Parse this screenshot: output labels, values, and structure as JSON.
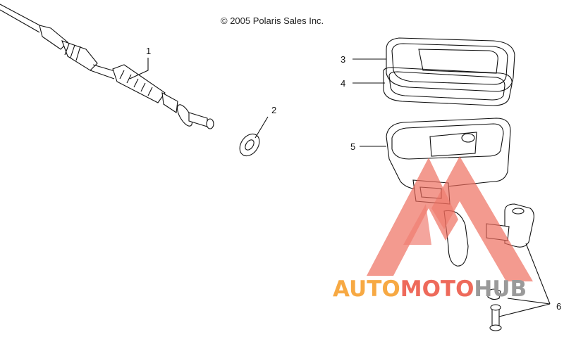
{
  "diagram": {
    "copyright": "© 2005 Polaris Sales Inc.",
    "callouts": [
      {
        "id": "1",
        "text": "1"
      },
      {
        "id": "2",
        "text": "2"
      },
      {
        "id": "3",
        "text": "3"
      },
      {
        "id": "4",
        "text": "4"
      },
      {
        "id": "5",
        "text": "5"
      },
      {
        "id": "6",
        "text": "6"
      }
    ]
  },
  "watermark": {
    "part1": "AUTO",
    "part2": "MOTO",
    "part3": "HUB",
    "colors": {
      "orange": "#f7a943",
      "red": "#ee6a5b",
      "gray": "#9a9a9a"
    }
  }
}
